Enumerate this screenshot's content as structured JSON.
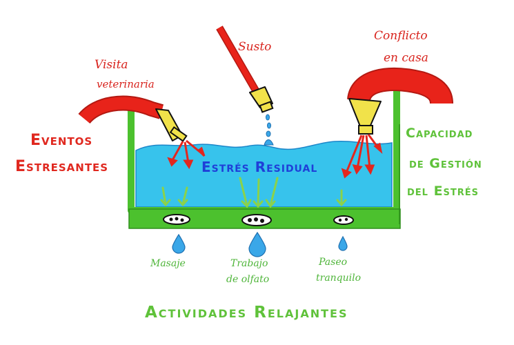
{
  "labels": {
    "visita_line1": "Visita",
    "visita_line2": "veterinaria",
    "susto": "Susto",
    "conflicto_line1": "Conflicto",
    "conflicto_line2": "en casa",
    "eventos_line1": "Eventos",
    "eventos_line2": "Estresantes",
    "capacidad_line1": "Capacidad",
    "capacidad_line2": "de Gestión",
    "capacidad_line3": "del Estrés",
    "estres_residual": "Estrés Residual",
    "masaje": "Masaje",
    "trabajo_line1": "Trabajo",
    "trabajo_line2": "de olfato",
    "paseo_line1": "Paseo",
    "paseo_line2": "tranquilo",
    "actividades": "Actividades Relajantes"
  },
  "colors": {
    "bucket": "#4cc12e",
    "water": "#37c3ec",
    "pipe": "#e8231a",
    "nozzle": "#f1e24a",
    "arrow_red": "#e3261e",
    "arrow_green": "#8bd24a",
    "drop_blue": "#3aa7e8"
  },
  "icons": [
    "pipe-left-icon",
    "pipe-top-icon",
    "pipe-right-icon",
    "drain-hole-icon",
    "water-drop-icon"
  ]
}
